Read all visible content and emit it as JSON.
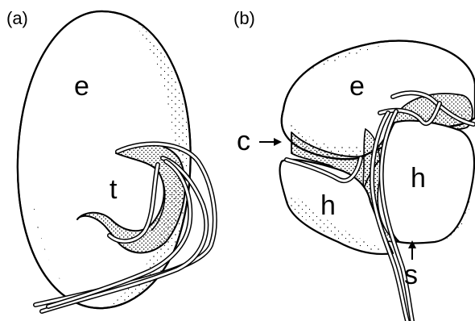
{
  "panels": [
    {
      "id": "a",
      "label": "(a)",
      "parts": [
        {
          "key": "e",
          "label": "e"
        },
        {
          "key": "t",
          "label": "t"
        }
      ]
    },
    {
      "id": "b",
      "label": "(b)",
      "parts": [
        {
          "key": "e",
          "label": "e"
        },
        {
          "key": "c",
          "label": "c"
        },
        {
          "key": "h_left",
          "label": "h"
        },
        {
          "key": "h_right",
          "label": "h"
        },
        {
          "key": "s",
          "label": "s"
        }
      ]
    }
  ],
  "colors": {
    "line": "#000000",
    "fill": "#ffffff",
    "stipple": "#000000"
  }
}
